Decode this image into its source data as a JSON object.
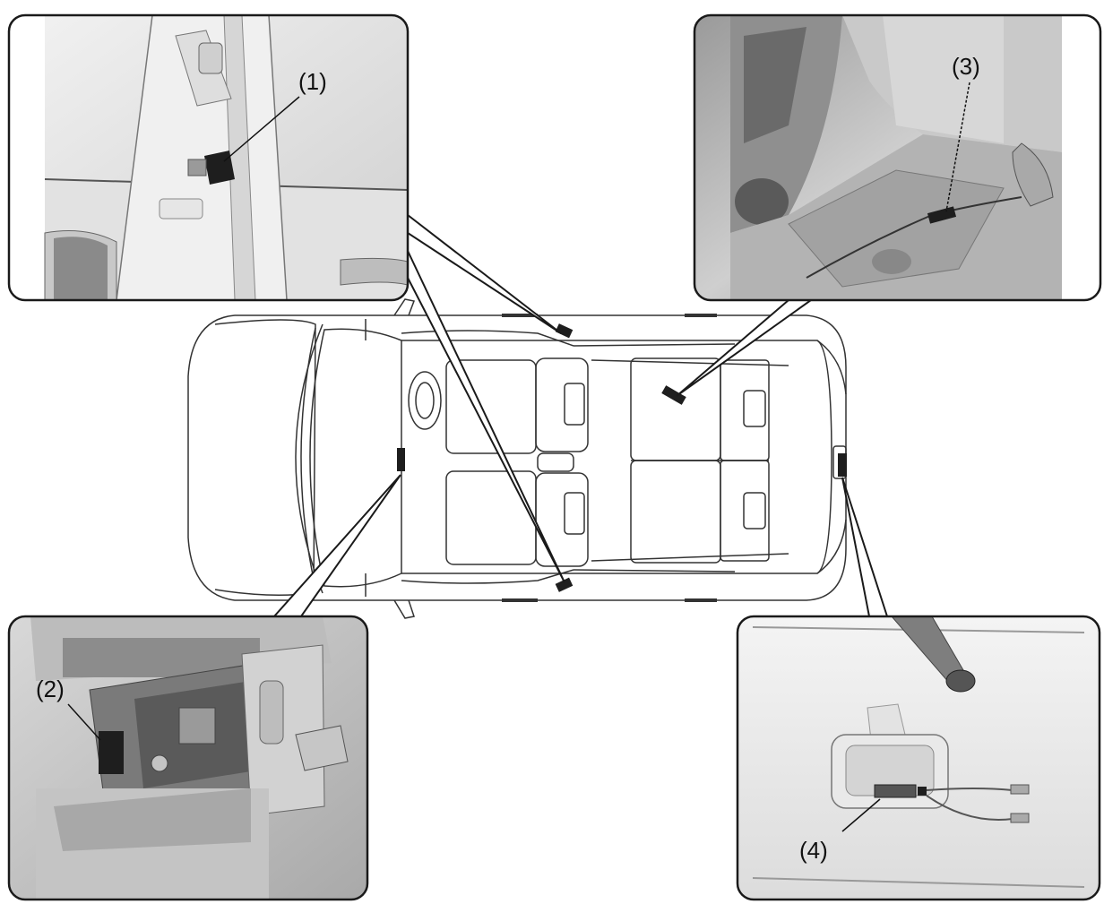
{
  "callouts": {
    "c1": "(1)",
    "c2": "(2)",
    "c3": "(3)",
    "c4": "(4)"
  },
  "colors": {
    "frame_border": "#1a1a1a",
    "photo_light": "#e6e6e6",
    "photo_mid": "#bfbfbf",
    "photo_dark": "#6e6e6e",
    "part_black": "#1e1e1e",
    "vehicle_line": "#333333"
  }
}
